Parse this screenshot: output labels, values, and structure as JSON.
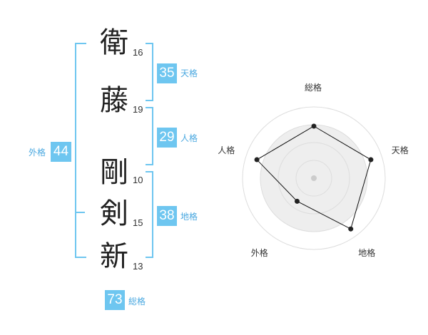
{
  "characters": [
    {
      "char": "衛",
      "strokes": "16"
    },
    {
      "char": "藤",
      "strokes": "19"
    },
    {
      "char": "剛",
      "strokes": "10"
    },
    {
      "char": "剣",
      "strokes": "15"
    },
    {
      "char": "新",
      "strokes": "13"
    }
  ],
  "scores": {
    "tenkaku": {
      "value": "35",
      "label": "天格"
    },
    "jinkaku": {
      "value": "29",
      "label": "人格"
    },
    "chikaku": {
      "value": "38",
      "label": "地格"
    },
    "gaikaku": {
      "value": "44",
      "label": "外格"
    },
    "soukaku": {
      "value": "73",
      "label": "総格"
    }
  },
  "chart_data": {
    "type": "radar",
    "axes": [
      "総格",
      "天格",
      "地格",
      "外格",
      "人格"
    ],
    "values": [
      0.73,
      0.84,
      0.88,
      0.4,
      0.84
    ],
    "scale": [
      0,
      1
    ],
    "rings": 4,
    "colors": {
      "fill": "#eeeeee",
      "ring": "#dddddd",
      "line": "#111111",
      "point": "#222222"
    }
  }
}
